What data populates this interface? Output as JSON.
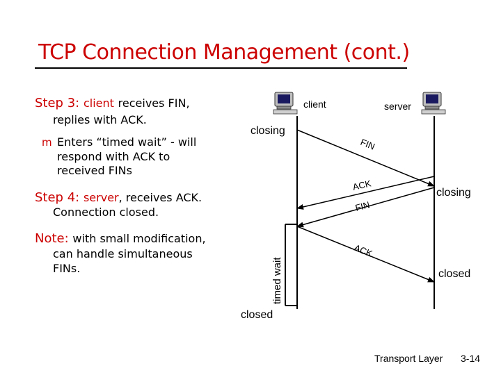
{
  "slide": {
    "title": "TCP Connection Management (cont.)",
    "step3": {
      "label": "Step 3:",
      "text_client": "client",
      "text_rest": "receives FIN,",
      "line2": "replies with ACK.",
      "bullet": {
        "line1": "Enters “timed wait” - will",
        "line2": "respond with ACK to",
        "line3": "received FINs"
      }
    },
    "step4": {
      "label": "Step 4:",
      "text_server": "server",
      "text_rest": ", receives ACK.",
      "line2": "Connection closed."
    },
    "note": {
      "label": "Note:",
      "line1": "with small modification,",
      "line2": "can handle simultaneous",
      "line3": "FINs."
    },
    "footer": {
      "section": "Transport Layer",
      "page": "3-14"
    }
  },
  "diagram": {
    "client_label": "client",
    "server_label": "server",
    "client_closing": "closing",
    "server_closing": "closing",
    "timed_wait": "timed wait",
    "client_closed": "closed",
    "server_closed": "closed",
    "messages": [
      "FIN",
      "ACK",
      "FIN",
      "ACK"
    ],
    "colors": {
      "accent": "#cc0000",
      "text": "#000000"
    },
    "icons": [
      "computer-icon",
      "computer-icon",
      "bullet-icon"
    ]
  }
}
